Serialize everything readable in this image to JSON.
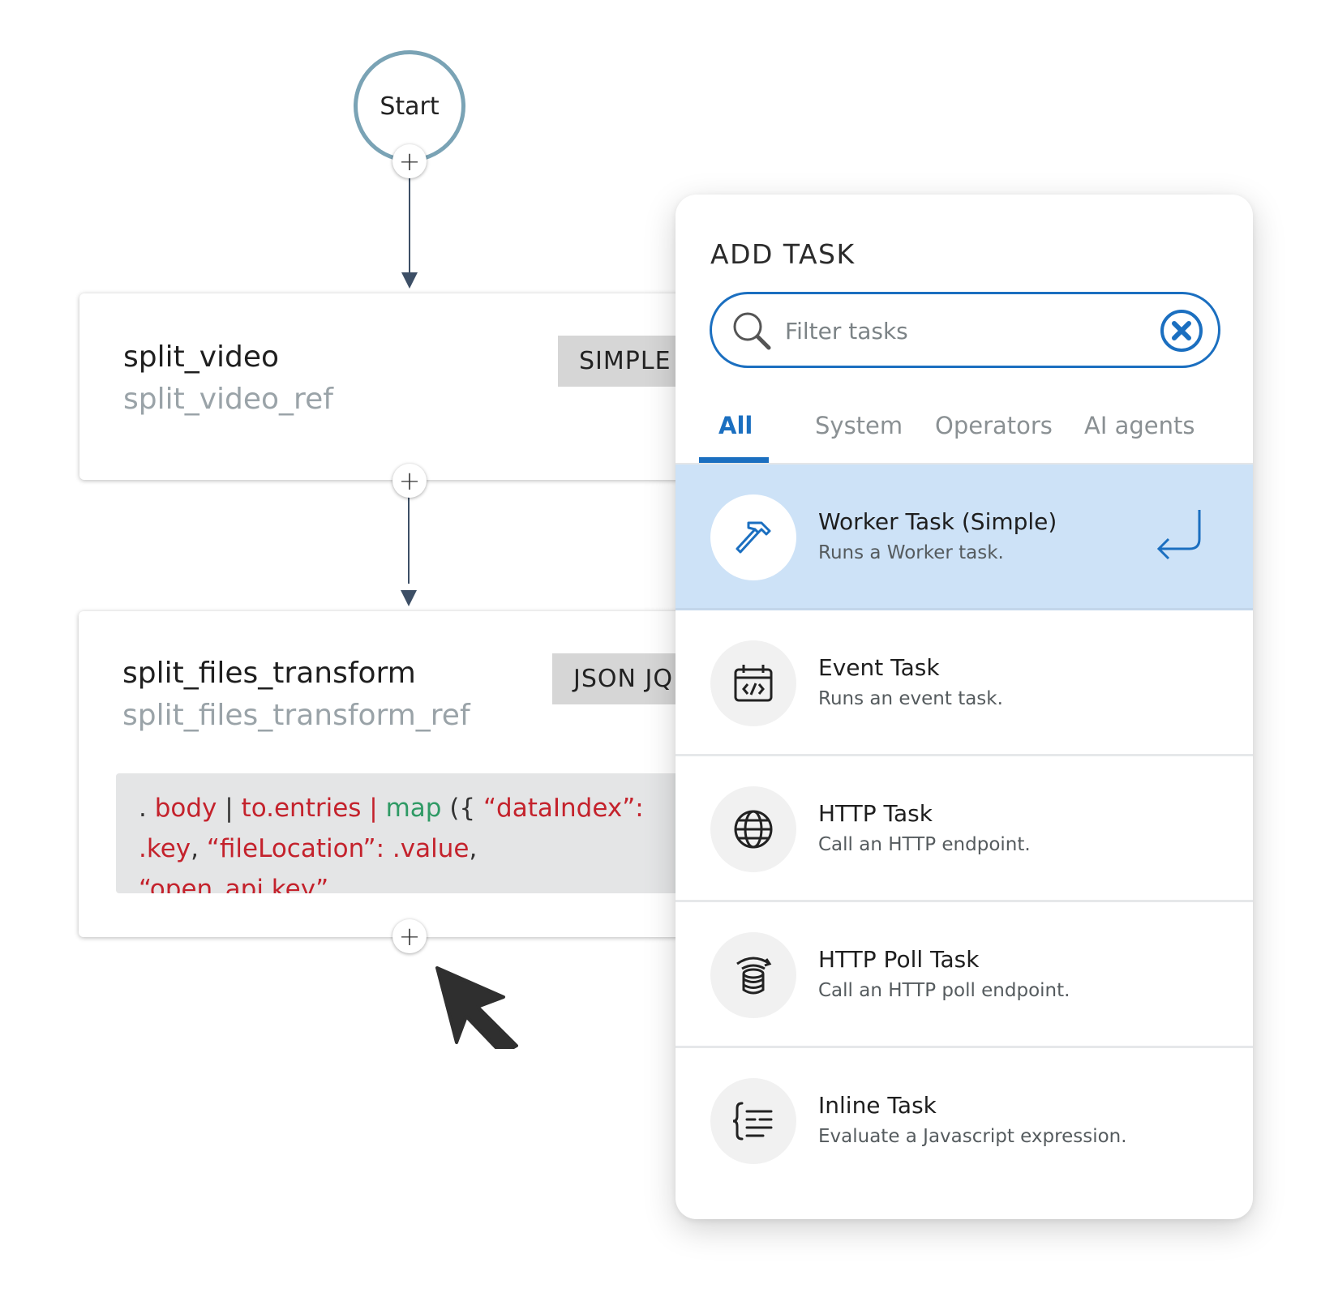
{
  "workflow": {
    "start_label": "Start",
    "add_button_label": "+",
    "tasks": [
      {
        "name": "split_video",
        "ref": "split_video_ref",
        "type": "SIMPLE"
      },
      {
        "name": "split_files_transform",
        "ref": "split_files_transform_ref",
        "type": "JSON JQ",
        "expression": {
          "line1": [
            {
              "text": ". ",
              "color": "dark"
            },
            {
              "text": "body",
              "color": "red"
            },
            {
              "text": "  |  ",
              "color": "dark"
            },
            {
              "text": "to.entries",
              "color": "red"
            },
            {
              "text": "  |  ",
              "color": "red"
            },
            {
              "text": "map",
              "color": "green"
            },
            {
              "text": " ({ ",
              "color": "dark"
            },
            {
              "text": "“dataIndex”:",
              "color": "red"
            }
          ],
          "line2": [
            {
              "text": ".key",
              "color": "red"
            },
            {
              "text": ",  ",
              "color": "dark"
            },
            {
              "text": "“fileLocation”:",
              "color": "red"
            },
            {
              "text": " .value",
              "color": "red"
            },
            {
              "text": ",",
              "color": "dark"
            }
          ],
          "line3": [
            {
              "text": "“open_api key”",
              "color": "red"
            }
          ]
        }
      }
    ]
  },
  "add_task_panel": {
    "title": "ADD TASK",
    "search": {
      "placeholder": "Filter tasks",
      "value": ""
    },
    "tabs": [
      {
        "label": "All",
        "active": true
      },
      {
        "label": "System",
        "active": false
      },
      {
        "label": "Operators",
        "active": false
      },
      {
        "label": "AI agents",
        "active": false
      }
    ],
    "items": [
      {
        "title": "Worker Task (Simple)",
        "description": "Runs a Worker task.",
        "icon": "hammer-icon",
        "selected": true
      },
      {
        "title": "Event Task",
        "description": "Runs an event task.",
        "icon": "calendar-code-icon",
        "selected": false
      },
      {
        "title": "HTTP Task",
        "description": "Call an HTTP endpoint.",
        "icon": "globe-icon",
        "selected": false
      },
      {
        "title": "HTTP Poll Task",
        "description": "Call an HTTP poll endpoint.",
        "icon": "database-sync-icon",
        "selected": false
      },
      {
        "title": "Inline Task",
        "description": "Evaluate a Javascript expression.",
        "icon": "code-braces-icon",
        "selected": false
      }
    ]
  },
  "colors": {
    "accent": "#1b6fc0",
    "selected_row": "#cde2f7",
    "start_ring": "#7aa3b5",
    "connector": "#3d4f66",
    "code_red": "#c4222c",
    "code_green": "#2f9a65"
  }
}
